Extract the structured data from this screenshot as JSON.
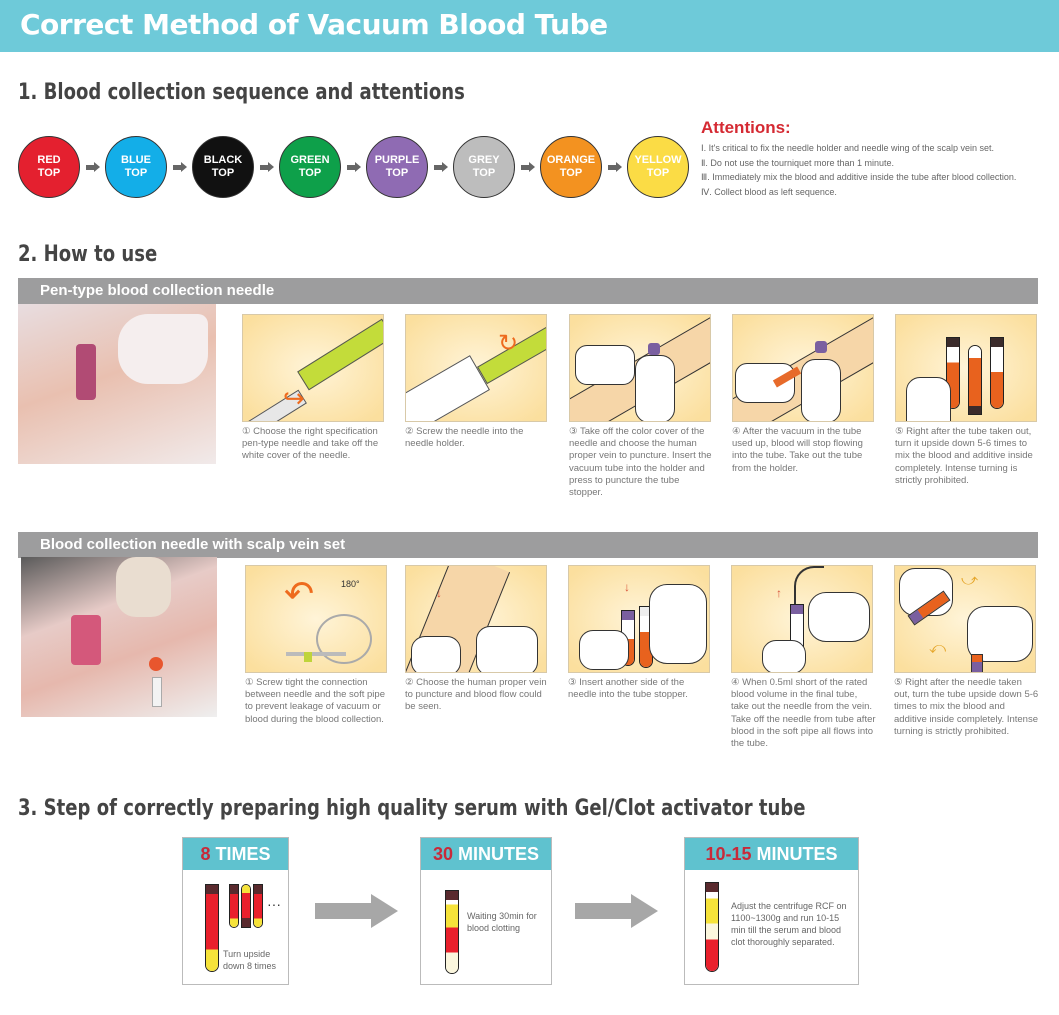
{
  "header": {
    "title": "Correct Method of Vacuum Blood Tube"
  },
  "section1": {
    "title": "1. Blood collection sequence and attentions",
    "tubes": [
      {
        "line1": "RED",
        "line2": "TOP",
        "color": "#e4202f"
      },
      {
        "line1": "BLUE",
        "line2": "TOP",
        "color": "#13aee8"
      },
      {
        "line1": "BLACK",
        "line2": "TOP",
        "color": "#111111"
      },
      {
        "line1": "GREEN",
        "line2": "TOP",
        "color": "#0ea04a"
      },
      {
        "line1": "PURPLE",
        "line2": "TOP",
        "color": "#8f6bb3"
      },
      {
        "line1": "GREY",
        "line2": "TOP",
        "color": "#bdbdbd"
      },
      {
        "line1": "ORANGE",
        "line2": "TOP",
        "color": "#f39220"
      },
      {
        "line1": "YELLOW",
        "line2": "TOP",
        "color": "#fbdc45"
      }
    ],
    "attentions": {
      "title": "Attentions:",
      "items": [
        "Ⅰ. It's critical to fix the needle holder and needle wing of the scalp vein set.",
        "Ⅱ. Do not use the tourniquet more than 1 minute.",
        "Ⅲ. Immediately mix the blood and additive inside the tube after blood collection.",
        "Ⅳ. Collect blood as left sequence."
      ]
    }
  },
  "section2": {
    "title": "2. How to use",
    "pen_type": {
      "title": "Pen-type blood collection needle",
      "steps": [
        "① Choose the right specification pen-type needle and take off the white cover of the needle.",
        "② Screw the needle into the needle holder.",
        "③ Take off the color cover of the needle and choose the human proper vein to puncture. Insert the vacuum tube into the holder and press to puncture the tube stopper.",
        "④ After the vacuum in the tube used up, blood will stop flowing into the tube. Take out the tube from the holder.",
        "⑤ Right after the tube taken out, turn it upside down 5-6 times to mix the blood and additive inside completely. Intense turning is strictly prohibited."
      ]
    },
    "scalp_vein": {
      "title": "Blood collection needle with scalp vein set",
      "rotation_label": "180°",
      "steps": [
        "① Screw tight the connection between needle and the soft pipe to prevent leakage of vacuum or blood during the blood collection.",
        "② Choose the human proper vein to puncture and blood flow could be seen.",
        "③ Insert another side of the needle into the tube stopper.",
        "④ When 0.5ml short of the rated blood volume in the final tube, take out the needle from the vein. Take off the needle from tube after blood in the soft pipe all flows into the tube.",
        "⑤ Right after the needle taken out, turn the tube upside down 5-6 times to mix the blood and additive inside completely. Intense turning is strictly prohibited."
      ]
    }
  },
  "section3": {
    "title": "3. Step of correctly preparing high quality serum with Gel/Clot activator tube",
    "cards": [
      {
        "num": "8",
        "unit": " TIMES",
        "text": "Turn upside down 8 times"
      },
      {
        "num": "30",
        "unit": " MINUTES",
        "text": "Waiting 30min for blood clotting"
      },
      {
        "num": "10-15",
        "unit": " MINUTES",
        "text": "Adjust the centrifuge RCF on 1100~1300g and run 10-15 min till the serum and blood clot thoroughly separated."
      }
    ]
  }
}
